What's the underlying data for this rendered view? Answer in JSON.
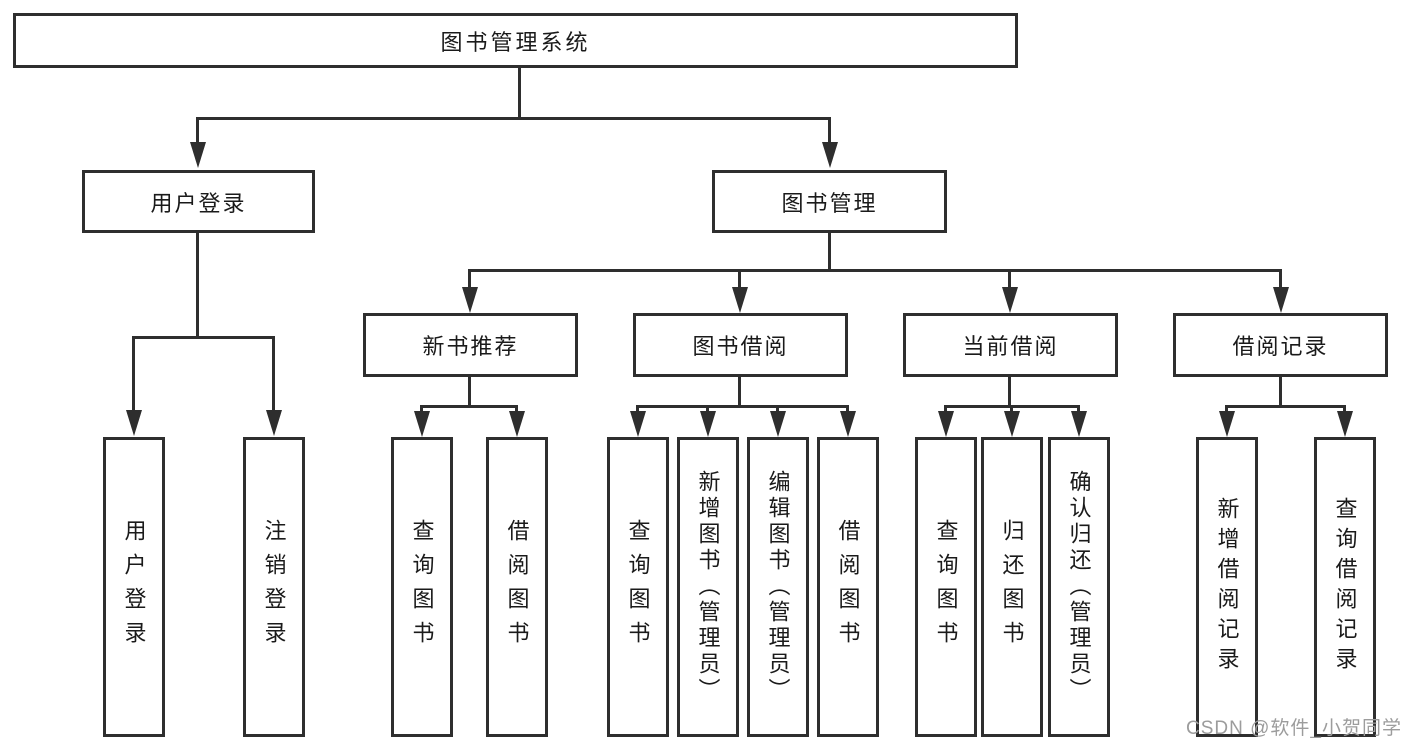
{
  "colors": {
    "line": "#2e2e2e",
    "text": "#1a1a1a",
    "watermark": "#9c9c9c"
  },
  "diagram": {
    "root_label": "图书管理系统",
    "watermark": "CSDN @软件_小贺同学",
    "branches": [
      {
        "label": "用户登录",
        "leaves": [
          "用户登录",
          "注销登录"
        ]
      },
      {
        "label": "图书管理",
        "groups": [
          {
            "label": "新书推荐",
            "leaves": [
              "查询图书",
              "借阅图书"
            ]
          },
          {
            "label": "图书借阅",
            "leaves": [
              "查询图书",
              "新增图书（管理员）",
              "编辑图书（管理员）",
              "借阅图书"
            ]
          },
          {
            "label": "当前借阅",
            "leaves": [
              "查询图书",
              "归还图书",
              "确认归还（管理员）"
            ]
          },
          {
            "label": "借阅记录",
            "leaves": [
              "新增借阅记录",
              "查询借阅记录"
            ]
          }
        ]
      }
    ]
  }
}
